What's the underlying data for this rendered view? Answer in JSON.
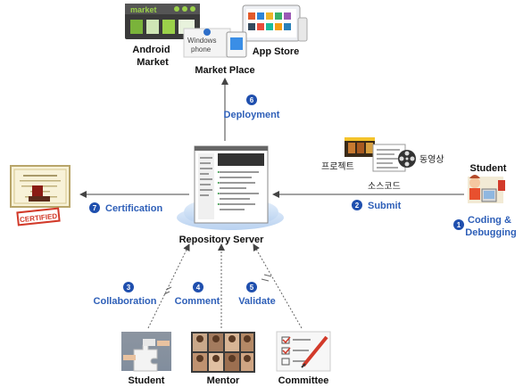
{
  "nodes": {
    "android_market": "Android\nMarket",
    "app_store": "App Store",
    "market_place": "Market Place",
    "repository_server": "Repository Server",
    "student_top": "Student",
    "student_bottom": "Student",
    "mentor": "Mentor",
    "committee": "Committee"
  },
  "steps": [
    {
      "num": "1",
      "label": "Coding &\nDebugging"
    },
    {
      "num": "2",
      "label": "Submit"
    },
    {
      "num": "3",
      "label": "Collaboration"
    },
    {
      "num": "4",
      "label": "Comment"
    },
    {
      "num": "5",
      "label": "Validate"
    },
    {
      "num": "6",
      "label": "Deployment"
    },
    {
      "num": "7",
      "label": "Certification"
    }
  ],
  "artifacts": {
    "project": "프로젝트",
    "video": "동영상",
    "source_code": "소스코드"
  },
  "logos": {
    "android_brand": "market",
    "windows_phone": "Windows\nphone",
    "certified_stamp": "CERTIFIED"
  },
  "colors": {
    "accent": "#2e5fb8",
    "badge": "#1f4fae",
    "stamp": "#d23a2a",
    "android_green": "#7ab33a"
  }
}
